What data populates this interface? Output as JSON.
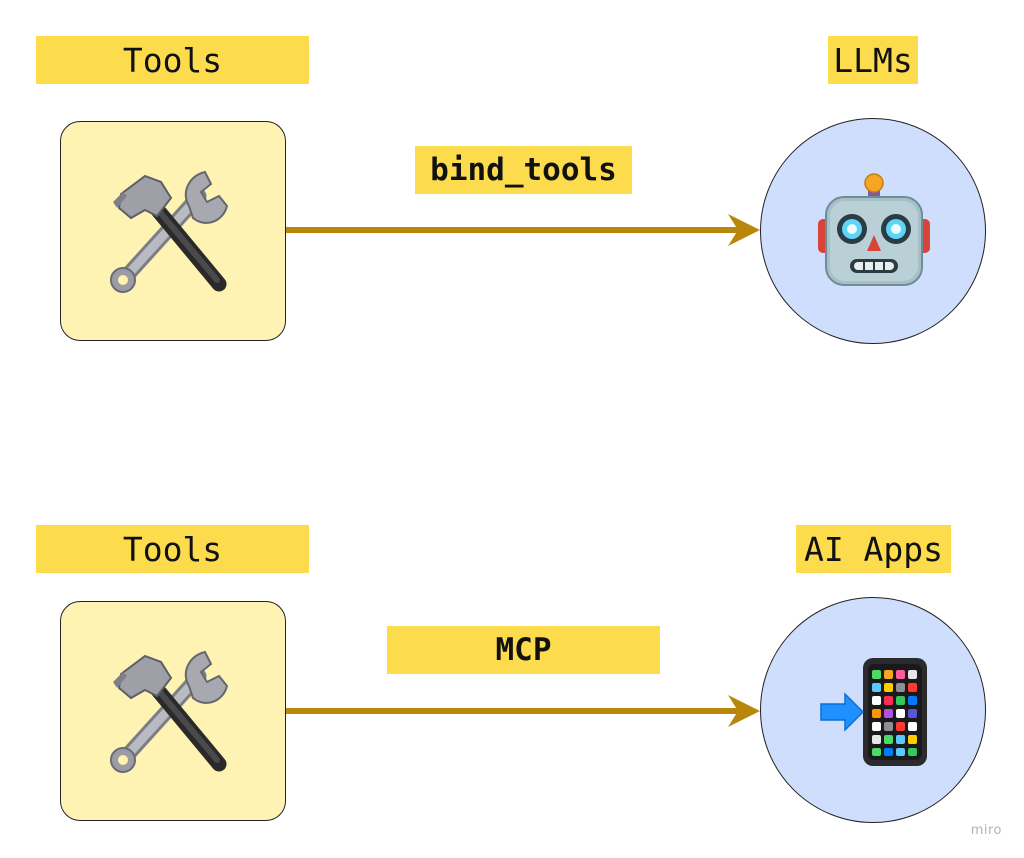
{
  "rows": [
    {
      "source_label": "Tools",
      "source_icon": "hammer-and-wrench-icon",
      "edge_label": "bind_tools",
      "target_label": "LLMs",
      "target_icon": "robot-icon"
    },
    {
      "source_label": "Tools",
      "source_icon": "hammer-and-wrench-icon",
      "edge_label": "MCP",
      "target_label": "AI Apps",
      "target_icon": "mobile-phone-with-arrow-icon"
    }
  ],
  "watermark": "miro",
  "colors": {
    "label_bg": "#fcdc4d",
    "tool_box_bg": "#fef3b3",
    "circle_bg": "#cfdefc",
    "arrow": "#b8860b",
    "outline": "#222222"
  }
}
